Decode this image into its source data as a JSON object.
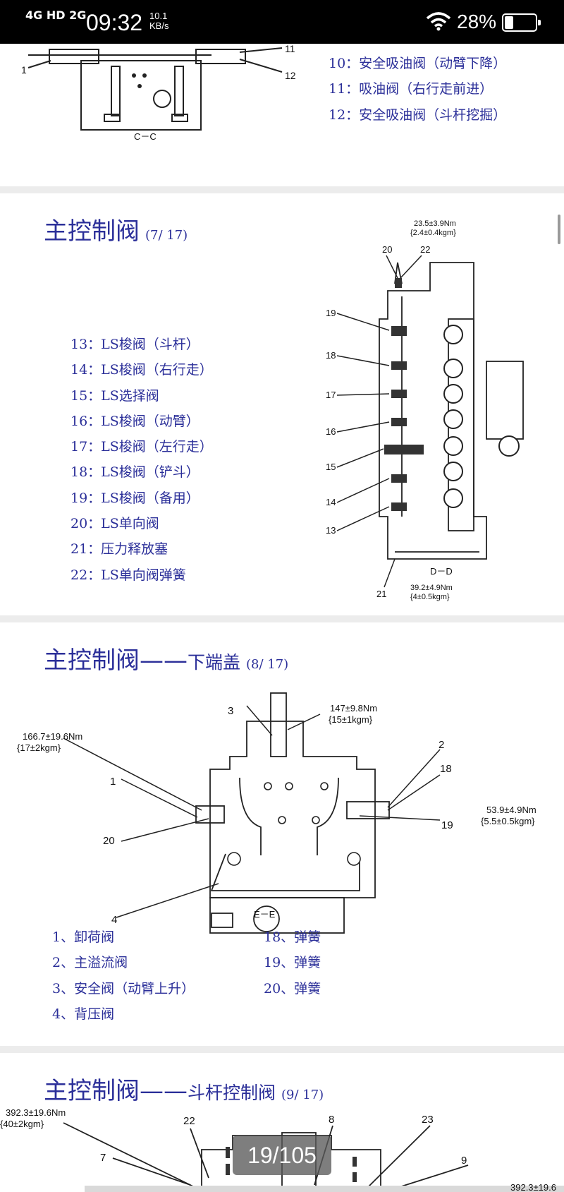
{
  "status": {
    "network": "4G HD 2G",
    "time": "09:32",
    "speed_value": "10.1",
    "speed_unit": "KB/s",
    "battery": "28%"
  },
  "section1": {
    "legend": [
      "10：安全吸油阀（动臂下降）",
      "11：吸油阀（右行走前进）",
      "12：安全吸油阀（斗杆挖掘）"
    ],
    "fig_label": "C－C",
    "callouts": [
      "1",
      "11",
      "12"
    ]
  },
  "section2": {
    "title": "主控制阀",
    "page": "(7/ 17)",
    "legend": [
      "13：LS梭阀（斗杆）",
      "14：LS梭阀（右行走）",
      "15：LS选择阀",
      "16：LS梭阀（动臂）",
      "17：LS梭阀（左行走）",
      "18：LS梭阀（铲斗）",
      "19：LS梭阀（备用）",
      "20：LS单向阀",
      "21：压力释放塞",
      "22：LS单向阀弹簧"
    ],
    "fig_label": "D－D",
    "torque_top": "23.5±3.9Nm",
    "torque_top_kg": "{2.4±0.4kgm}",
    "torque_bottom": "39.2±4.9Nm",
    "torque_bottom_kg": "{4±0.5kgm}",
    "callouts": [
      "20",
      "22",
      "19",
      "18",
      "17",
      "16",
      "15",
      "14",
      "13",
      "21"
    ]
  },
  "section3": {
    "title": "主控制阀——",
    "subtitle": "下端盖",
    "page": "(8/ 17)",
    "torque_a": "147±9.8Nm",
    "torque_a_kg": "{15±1kgm}",
    "torque_b": "166.7±19.6Nm",
    "torque_b_kg": "{17±2kgm}",
    "torque_c": "53.9±4.9Nm",
    "torque_c_kg": "{5.5±0.5kgm}",
    "fig_label": "E－E",
    "callouts": [
      "3",
      "2",
      "18",
      "1",
      "20",
      "19",
      "4"
    ],
    "legend_left": [
      "1、卸荷阀",
      "2、主溢流阀",
      "3、安全阀（动臂上升）",
      "4、背压阀"
    ],
    "legend_right": [
      "18、弹簧",
      "19、弹簧",
      "20、弹簧"
    ]
  },
  "section4": {
    "title": "主控制阀——",
    "subtitle": "斗杆控制阀",
    "page": "(9/ 17)",
    "torque_a": "392.3±19.6Nm",
    "torque_a_kg": "{40±2kgm}",
    "torque_b": "392.3±19.6",
    "callouts": [
      "22",
      "8",
      "23",
      "7",
      "9"
    ]
  },
  "pager": "19/105"
}
